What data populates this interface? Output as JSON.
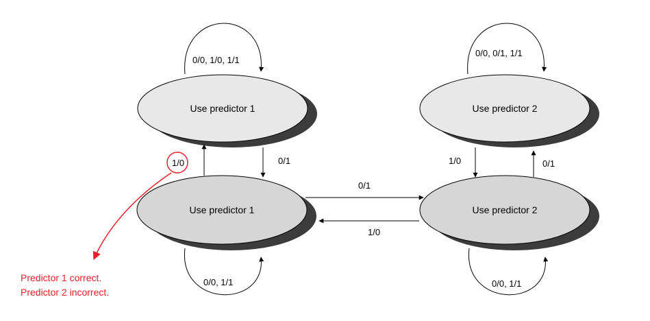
{
  "states": [
    {
      "id": "s1",
      "label": "Use predictor 1"
    },
    {
      "id": "s2",
      "label": "Use predictor 2"
    },
    {
      "id": "s3",
      "label": "Use predictor 1"
    },
    {
      "id": "s4",
      "label": "Use predictor 2"
    }
  ],
  "edges": {
    "loop_top_left": "0/0, 1/0, 1/1",
    "loop_top_right": "0/0, 0/1, 1/1",
    "left_up": "1/0",
    "left_down": "0/1",
    "right_down": "1/0",
    "right_up": "0/1",
    "mid_right": "0/1",
    "mid_left": "1/0",
    "loop_bottom_left": "0/0, 1/1",
    "loop_bottom_right": "0/0, 1/1"
  },
  "annotation": {
    "line1": "Predictor 1 correct.",
    "line2": "Predictor 2 incorrect.",
    "color": "#e8202a"
  },
  "colors": {
    "upper_fill": "#e8e8e8",
    "lower_fill": "#d6d6d6",
    "shadow": "#3c3c3c",
    "stroke": "#000000"
  }
}
